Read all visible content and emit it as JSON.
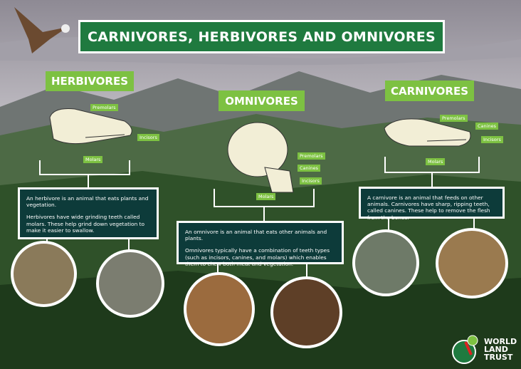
{
  "title": "CARNIVORES, HERBIVORES AND OMNIVORES",
  "herbivores": {
    "label": "HERBIVORES",
    "teeth": [
      "Premolars",
      "Incisors",
      "Molars"
    ],
    "text": [
      "An herbivore is an animal that eats plants and vegetation.",
      "Herbivores have wide grinding teeth called molars. These help grind down vegetation to make it easier to swallow."
    ]
  },
  "omnivores": {
    "label": "OMNIVORES",
    "teeth": [
      "Premolars",
      "Canines",
      "Incisors",
      "Molars"
    ],
    "text": [
      "An omnivore is an animal that eats other animals and plants.",
      "Omnivores typically have a combination of teeth types (such as incisors, canines, and molars) which enables them to chew both meat and vegetation."
    ]
  },
  "carnivores": {
    "label": "CARNIVORES",
    "teeth": [
      "Premolars",
      "Canines",
      "Incisors",
      "Molars"
    ],
    "text": [
      "A carnivore is an animal that feeds on other animals. Carnivores have sharp, ripping teeth, called canines. These help to remove the flesh from the bones."
    ]
  },
  "logo": {
    "line1": "WORLD",
    "line2": "LAND",
    "line3": "TRUST"
  },
  "colors": {
    "title_bg": "#1f7a3f",
    "label_bg": "#7dc142",
    "box_bg": "#0d3b3a"
  }
}
